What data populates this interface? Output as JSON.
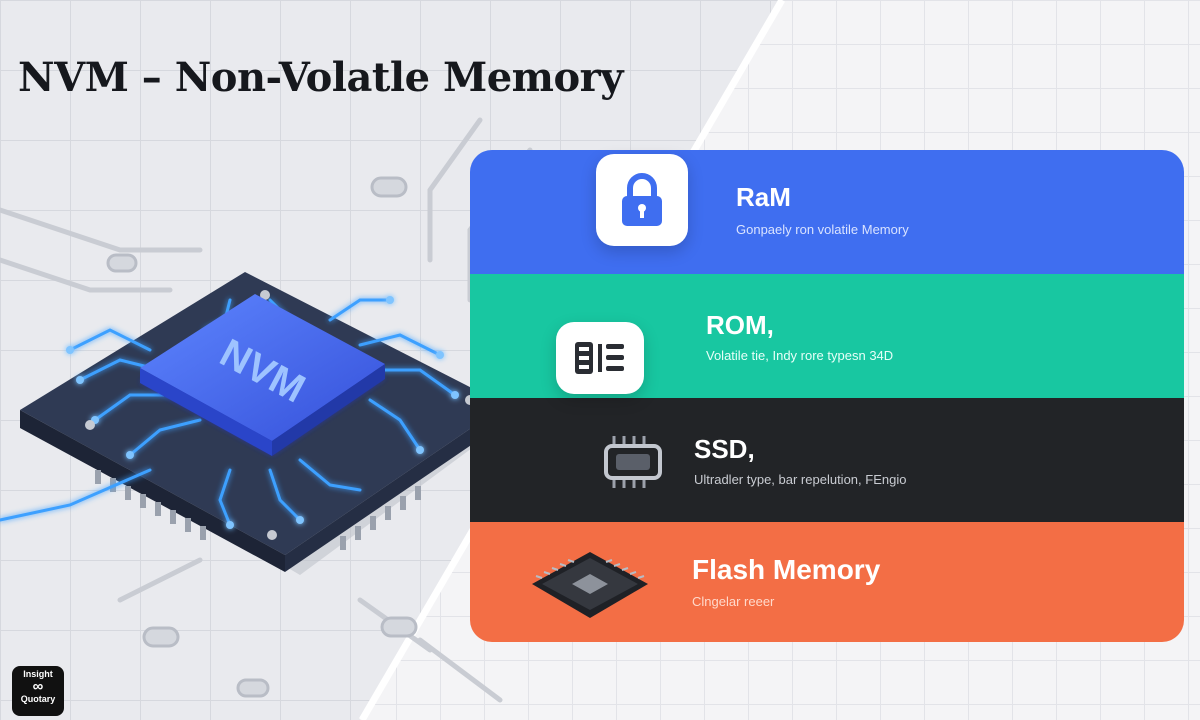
{
  "title": "NVM – Non-Volatle Memory",
  "chip_label": "NVM",
  "memory_types": [
    {
      "name": "RaM",
      "description": "Gonpaely ron volatile Memory",
      "color": "#3f6ef0",
      "icon": "lock-icon"
    },
    {
      "name": "ROM,",
      "description": "Volatile tie, Indy rore typesn 34D",
      "color": "#18c7a1",
      "icon": "storage-list-icon"
    },
    {
      "name": "SSD,",
      "description": "Ultradler type, bar repelution, FEngio",
      "color": "#222427",
      "icon": "memory-module-icon"
    },
    {
      "name": "Flash Memory",
      "description": "Clngelar reeer",
      "color": "#f36e45",
      "icon": "microchip-icon"
    }
  ],
  "brand": {
    "line1": "Insight",
    "line2": "Quotary"
  }
}
